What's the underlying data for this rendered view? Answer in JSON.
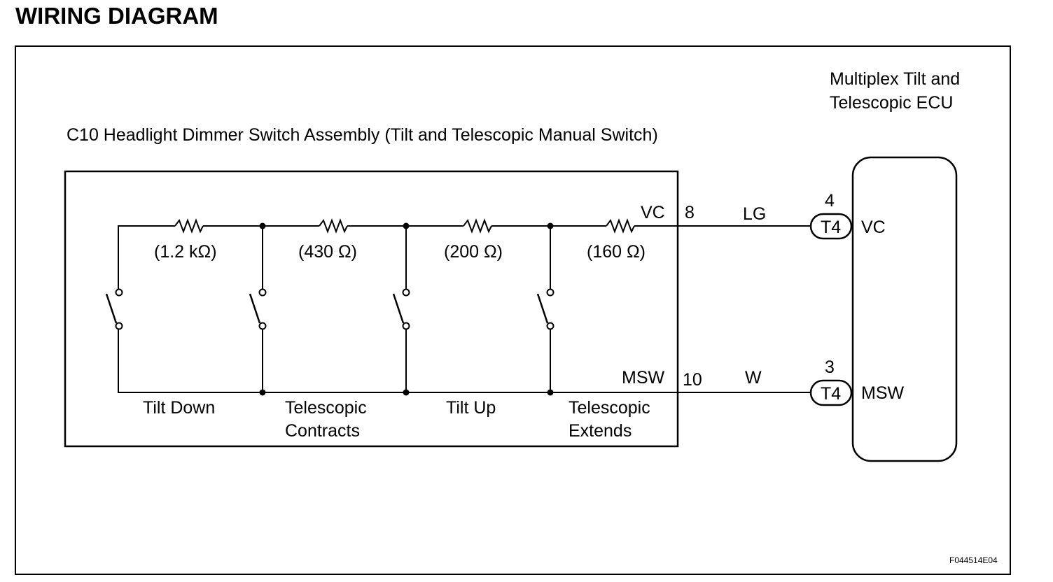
{
  "heading": "WIRING DIAGRAM",
  "ecu": {
    "title_line1": "Multiplex Tilt and",
    "title_line2": "Telescopic ECU",
    "vc": {
      "pin": "4",
      "connector": "T4",
      "terminal": "VC"
    },
    "msw": {
      "pin": "3",
      "connector": "T4",
      "terminal": "MSW"
    }
  },
  "switch_assembly": {
    "title": "C10 Headlight Dimmer Switch Assembly (Tilt and Telescopic Manual Switch)",
    "resistors": [
      "(1.2 kΩ)",
      "(430 Ω)",
      "(200 Ω)",
      "(160 Ω)"
    ],
    "switches": [
      {
        "line1": "Tilt Down",
        "line2": ""
      },
      {
        "line1": "Telescopic",
        "line2": "Contracts"
      },
      {
        "line1": "Tilt Up",
        "line2": ""
      },
      {
        "line1": "Telescopic",
        "line2": "Extends"
      }
    ],
    "vc_terminal": "VC",
    "vc_pin": "8",
    "msw_terminal": "MSW",
    "msw_pin": "10"
  },
  "wires": {
    "vc_color": "LG",
    "msw_color": "W"
  },
  "figure_code": "F044514E04"
}
